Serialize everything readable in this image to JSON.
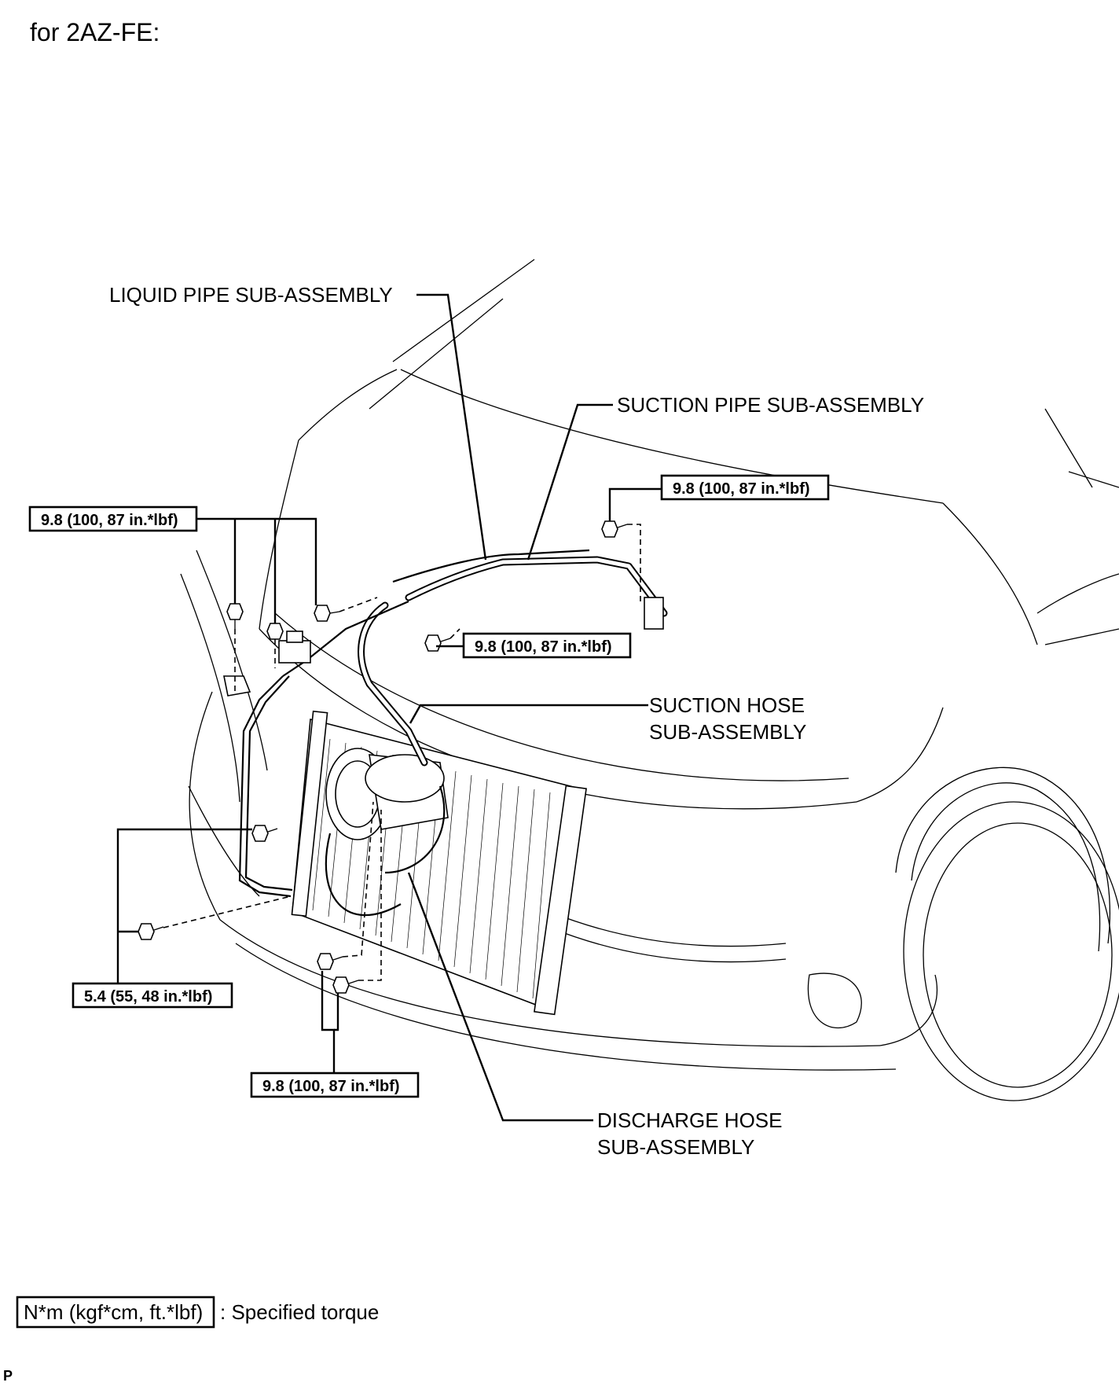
{
  "title": "for 2AZ-FE:",
  "labels": {
    "liquid_pipe": "LIQUID PIPE SUB-ASSEMBLY",
    "suction_pipe": "SUCTION PIPE SUB-ASSEMBLY",
    "suction_hose_line1": "SUCTION HOSE",
    "suction_hose_line2": "SUB-ASSEMBLY",
    "discharge_hose_line1": "DISCHARGE HOSE",
    "discharge_hose_line2": "SUB-ASSEMBLY"
  },
  "torque_callouts": {
    "upper_left": "9.8 (100, 87 in.*lbf)",
    "upper_right": "9.8 (100, 87 in.*lbf)",
    "middle": "9.8 (100, 87 in.*lbf)",
    "lower_left": "5.4 (55, 48 in.*lbf)",
    "bottom": "9.8 (100, 87 in.*lbf)"
  },
  "legend": {
    "unit_box": "N*m (kgf*cm, ft.*lbf)",
    "description": ": Specified torque"
  },
  "corner_mark": "P"
}
